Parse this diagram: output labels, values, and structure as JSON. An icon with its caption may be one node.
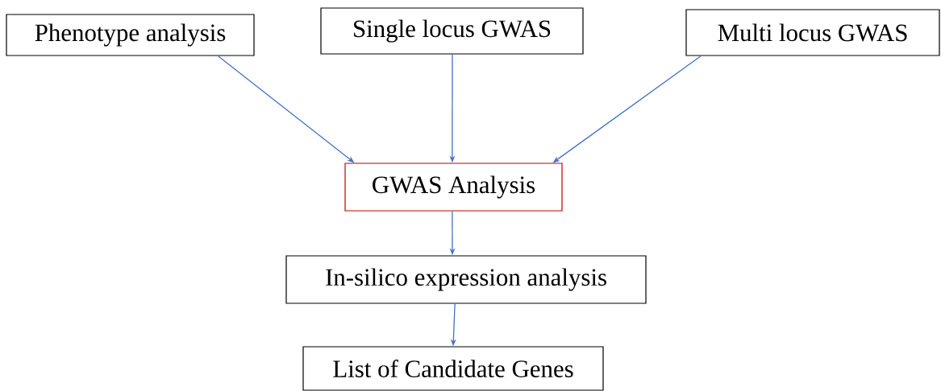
{
  "diagram": {
    "nodes": [
      {
        "text": [
          "Phenotype analysis"
        ]
      },
      {
        "text": [
          "Single locus GWAS"
        ]
      },
      {
        "text": [
          "Multi locus GWAS"
        ]
      },
      {
        "text": [
          "GWAS Analysis"
        ]
      },
      {
        "text": [
          "In-silico expression analysis"
        ]
      },
      {
        "text": [
          "List of Candidate Genes"
        ]
      }
    ],
    "edges": [
      {
        "from": 0,
        "to": 3,
        "arrow": "to"
      },
      {
        "from": 1,
        "to": 3,
        "arrow": "to"
      },
      {
        "from": 2,
        "to": 3,
        "arrow": "to"
      },
      {
        "from": 3,
        "to": 4,
        "arrow": "to"
      },
      {
        "from": 4,
        "to": 5,
        "arrow": "to"
      }
    ]
  }
}
